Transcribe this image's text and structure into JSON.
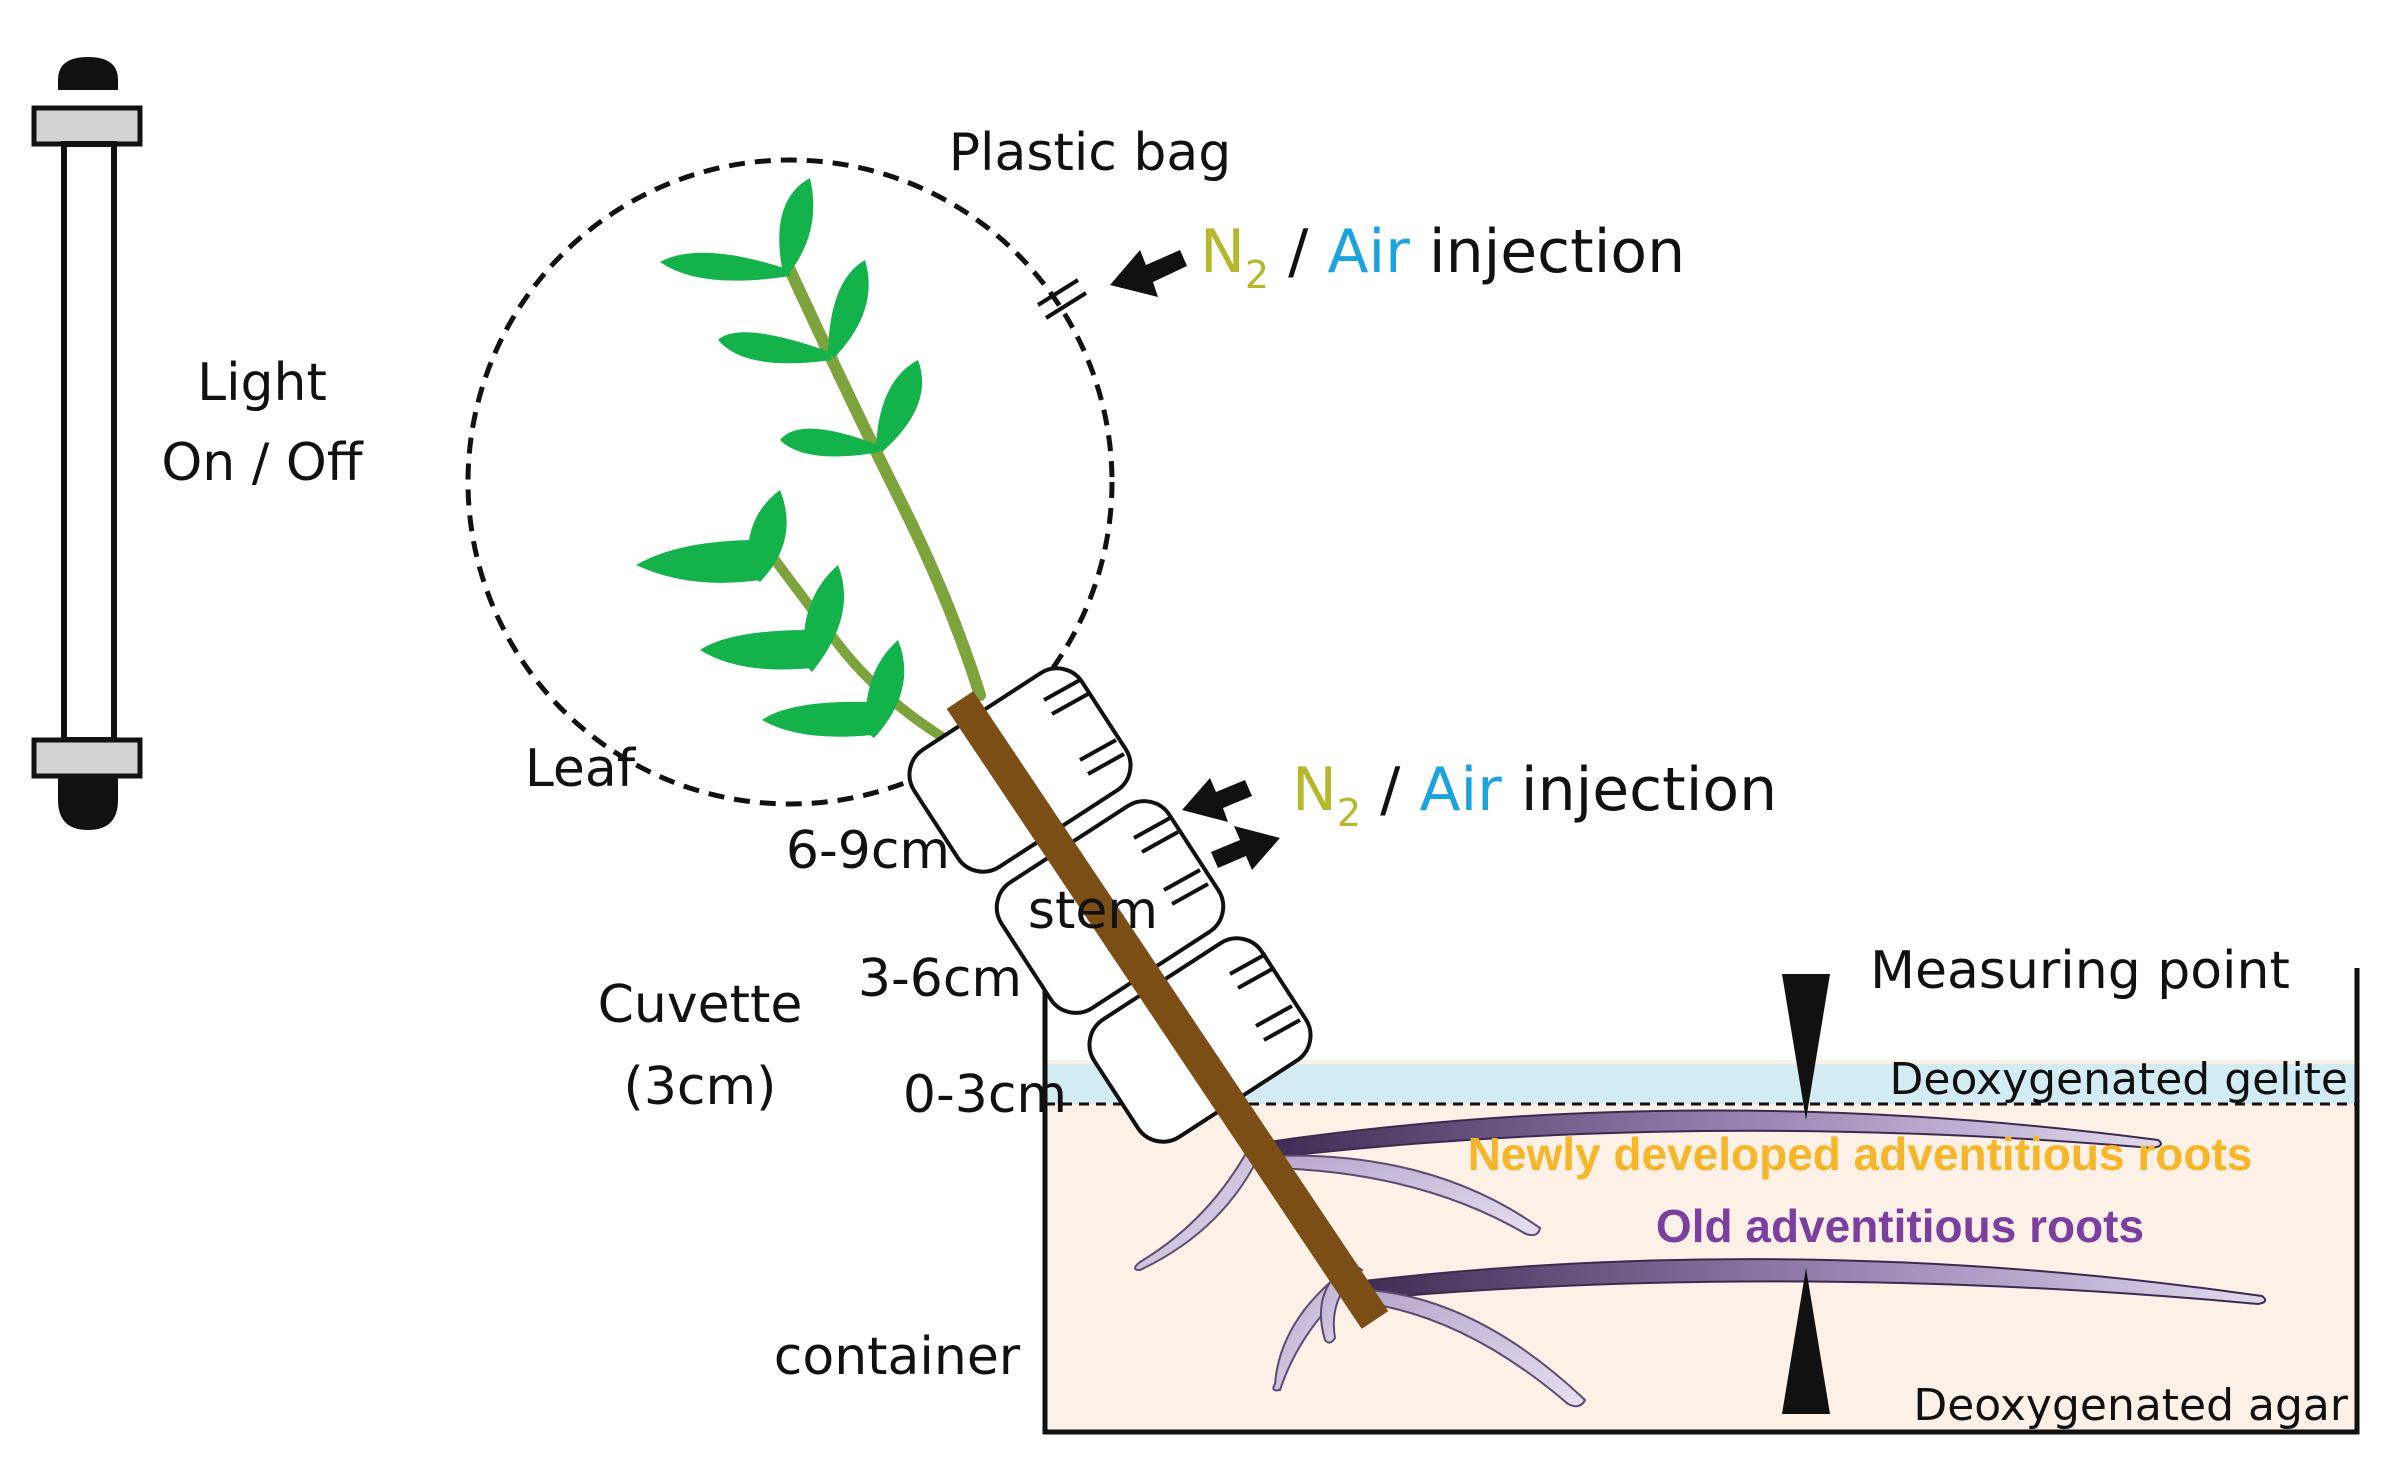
{
  "labels": {
    "light_line1": "Light",
    "light_line2": "On / Off",
    "plastic_bag": "Plastic bag",
    "injection_top_n": "N",
    "injection_top_sub": "2",
    "injection_top_sep": " / ",
    "injection_top_air": "Air",
    "injection_top_rest": " injection",
    "injection_mid_n": "N",
    "injection_mid_sub": "2",
    "injection_mid_sep": " / ",
    "injection_mid_air": "Air",
    "injection_mid_rest": " injection",
    "leaf": "Leaf",
    "seg_6_9": "6-9cm",
    "stem": "stem",
    "seg_3_6": "3-6cm",
    "seg_0_3": "0-3cm",
    "cuvette_line1": "Cuvette",
    "cuvette_line2": "(3cm)",
    "measuring_point": "Measuring point",
    "gelite": "Deoxygenated gelite",
    "new_roots": "Newly developed adventitious roots",
    "old_roots": "Old adventitious roots",
    "container": "container",
    "agar": "Deoxygenated agar"
  },
  "colors": {
    "n2": "#b5b82a",
    "air": "#1aa3dd",
    "new_roots": "#f5b62a",
    "old_roots": "#7b3fa0",
    "leaf": "#13b24a",
    "stem_upper": "#7da33c",
    "stem_lower": "#7a4e14",
    "gelite_band": "#d3ecf3",
    "agar_fill": "#fdf0e6"
  }
}
